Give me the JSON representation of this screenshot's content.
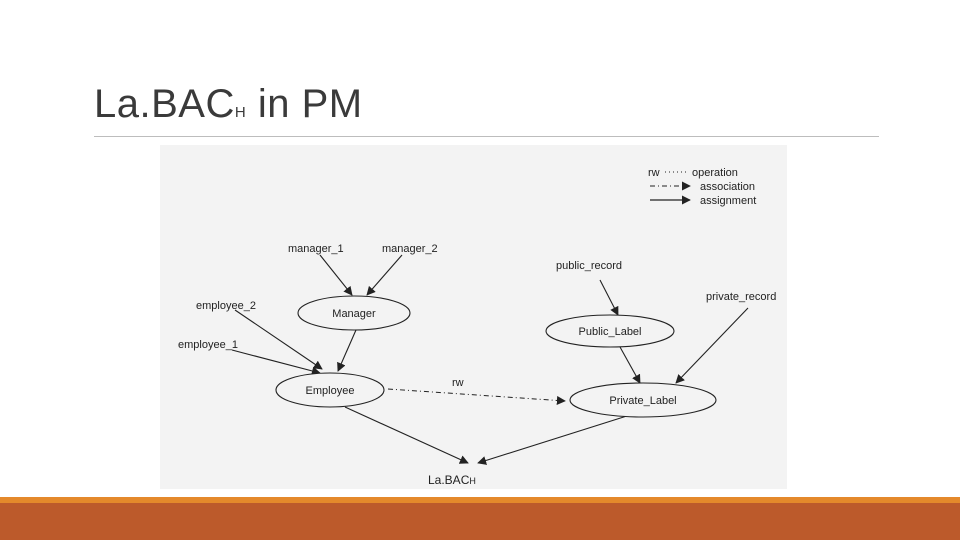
{
  "slide": {
    "title_main": "La.BAC",
    "title_sub": "H",
    "title_rest": " in PM"
  },
  "legend": {
    "operation_symbol": "rw",
    "operation_label": "operation",
    "association_label": "association",
    "assignment_label": "assignment"
  },
  "nodes": {
    "manager_1": "manager_1",
    "manager_2": "manager_2",
    "employee_2": "employee_2",
    "employee_1": "employee_1",
    "manager": "Manager",
    "employee": "Employee",
    "public_record": "public_record",
    "private_record": "private_record",
    "public_label": "Public_Label",
    "private_label": "Private_Label",
    "root_main": "La.BAC",
    "root_sub": "H"
  },
  "edges": {
    "association_label": "rw"
  },
  "colors": {
    "footer_band": "#e4892b",
    "footer_bar": "#bc5a2b"
  }
}
